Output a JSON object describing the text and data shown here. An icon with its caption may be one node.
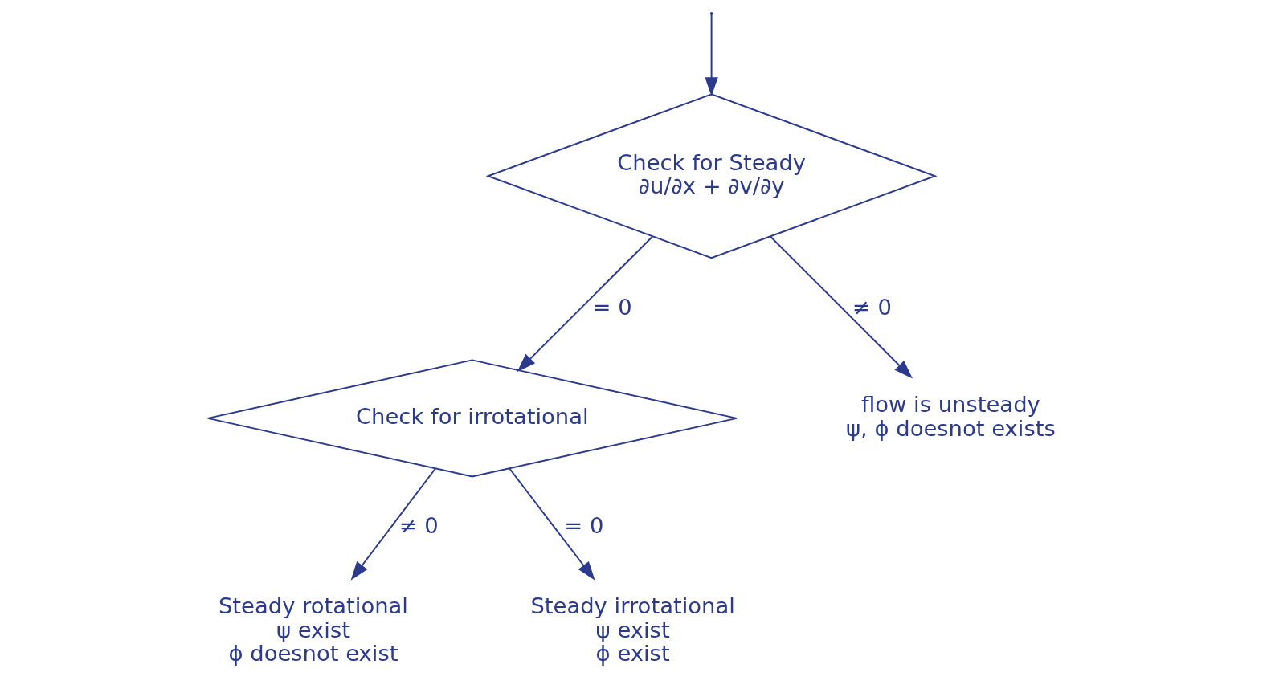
{
  "diagram": {
    "nodes": [
      {
        "text": [
          "Check for Steady",
          "∂u/∂x + ∂v/∂y"
        ]
      },
      {
        "text": [
          "Check for irrotational"
        ]
      },
      {
        "text": [
          "flow is unsteady",
          "ψ, ϕ doesnot exists"
        ]
      },
      {
        "text": [
          "Steady rotational",
          "ψ exist",
          "ϕ doesnot exist"
        ]
      },
      {
        "text": [
          "Steady irrotational",
          "ψ exist",
          "ϕ exist"
        ]
      }
    ],
    "edges": [
      {
        "from": null,
        "to": 0,
        "arrow": "to"
      },
      {
        "from": 0,
        "to": 1,
        "arrow": "to",
        "label": "= 0"
      },
      {
        "from": 0,
        "to": 2,
        "arrow": "to",
        "label": "≠ 0"
      },
      {
        "from": 1,
        "to": 3,
        "arrow": "to",
        "label": "≠ 0"
      },
      {
        "from": 1,
        "to": 4,
        "arrow": "to",
        "label": "= 0"
      }
    ]
  }
}
